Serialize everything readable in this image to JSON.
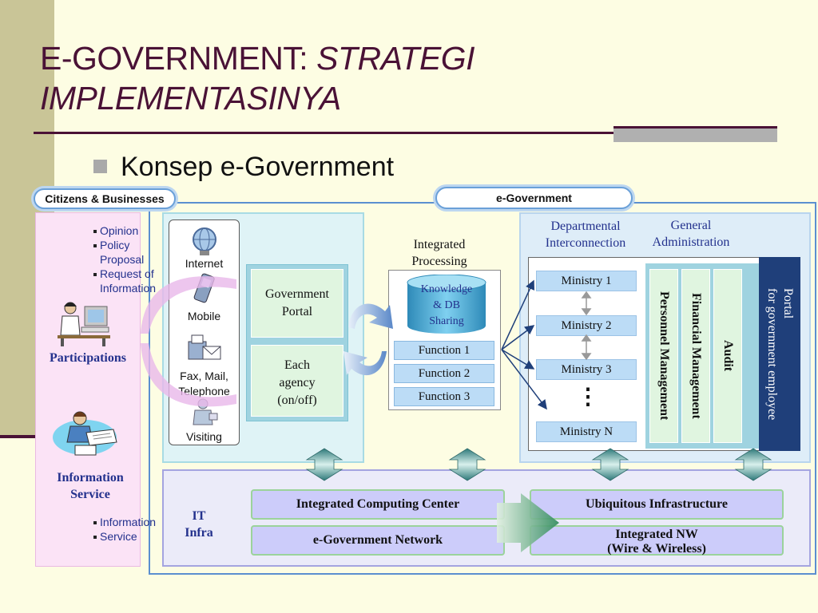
{
  "slide": {
    "title_main": "E-GOVERNMENT: ",
    "title_italic_1": "STRATEGI",
    "title_italic_2": "IMPLEMENTASINYA",
    "bullet": "Konsep e-Government"
  },
  "tabs": {
    "citizens": "Citizens & Businesses",
    "egov": "e-Government"
  },
  "citizens": {
    "participation_items": [
      "Opinion",
      "Policy Proposal",
      "Request of Information"
    ],
    "participations_label": "Participations",
    "info_service_label_1": "Information",
    "info_service_label_2": "Service",
    "info_service_items": [
      "Information",
      "Service"
    ]
  },
  "channels": {
    "internet": "Internet",
    "mobile": "Mobile",
    "fax_1": "Fax, Mail,",
    "fax_2": "Telephone",
    "visiting": "Visiting"
  },
  "portal": {
    "gov_portal_1": "Government",
    "gov_portal_2": "Portal",
    "each_agency_1": "Each",
    "each_agency_2": "agency",
    "each_agency_3": "(on/off)"
  },
  "processing": {
    "title_1": "Integrated",
    "title_2": "Processing",
    "db_1": "Knowledge",
    "db_2": "& DB",
    "db_3": "Sharing",
    "functions": [
      "Function 1",
      "Function 2",
      "Function 3"
    ]
  },
  "departments": {
    "dept_1": "Departmental",
    "dept_2": "Interconnection",
    "general_1": "General",
    "general_2": "Administration",
    "ministries": [
      "Ministry 1",
      "Ministry 2",
      "Ministry 3",
      "Ministry N"
    ],
    "ellipsis": "⋮",
    "personnel": "Personnel Management",
    "financial": "Financial Management",
    "audit": "Audit",
    "portal_1": "Portal",
    "portal_2": "for government employee"
  },
  "it_infra": {
    "label_1": "IT",
    "label_2": "Infra",
    "icc": "Integrated Computing Center",
    "egn": "e-Government Network",
    "ubi": "Ubiquitous Infrastructure",
    "inw_1": "Integrated NW",
    "inw_2": "(Wire & Wireless)"
  },
  "colors": {
    "title": "#4a1236",
    "caption_blue": "#23318d",
    "panel_pink": "#fbe3f6",
    "function_blue": "#bcdcf6",
    "portal_navy": "#1f3f7a"
  },
  "icons": [
    "computer-user-icon",
    "desk-worker-icon",
    "globe-icon",
    "mobile-phone-icon",
    "fax-mail-icon",
    "visiting-person-icon",
    "database-icon"
  ]
}
